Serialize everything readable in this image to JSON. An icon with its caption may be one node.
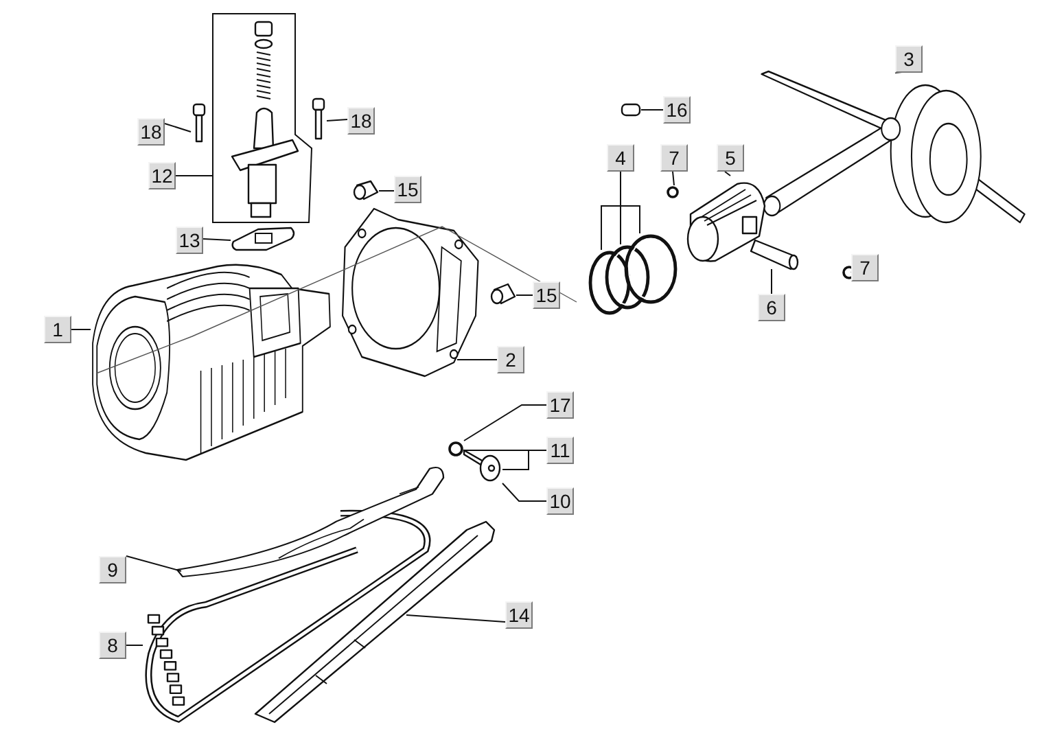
{
  "diagram": {
    "nodes": [
      {
        "text": [
          "3"
        ]
      },
      {
        "text": [
          "18"
        ]
      },
      {
        "text": [
          "18"
        ]
      },
      {
        "text": [
          "16"
        ]
      },
      {
        "text": [
          "4"
        ]
      },
      {
        "text": [
          "7"
        ]
      },
      {
        "text": [
          "5"
        ]
      },
      {
        "text": [
          "12"
        ]
      },
      {
        "text": [
          "13"
        ]
      },
      {
        "text": [
          "15"
        ]
      },
      {
        "text": [
          "7"
        ]
      },
      {
        "text": [
          "6"
        ]
      },
      {
        "text": [
          "15"
        ]
      },
      {
        "text": [
          "1"
        ]
      },
      {
        "text": [
          "2"
        ]
      },
      {
        "text": [
          "17"
        ]
      },
      {
        "text": [
          "11"
        ]
      },
      {
        "text": [
          "10"
        ]
      },
      {
        "text": [
          "9"
        ]
      },
      {
        "text": [
          "14"
        ]
      },
      {
        "text": [
          "8"
        ]
      },
      {
        "text": [],
        "shape": "picture"
      },
      {
        "text": [],
        "shape": "picture"
      },
      {
        "text": [],
        "shape": "picture"
      },
      {
        "text": [],
        "shape": "box"
      },
      {
        "text": [],
        "shape": "picture"
      },
      {
        "text": [],
        "shape": "picture"
      },
      {
        "text": [],
        "shape": "picture"
      },
      {
        "text": [],
        "shape": "circle"
      },
      {
        "text": [],
        "shape": "picture"
      },
      {
        "text": [],
        "shape": "picture"
      },
      {
        "text": [],
        "shape": "picture"
      },
      {
        "text": [],
        "shape": "picture"
      },
      {
        "text": [],
        "shape": "circle"
      },
      {
        "text": [],
        "shape": "picture"
      },
      {
        "text": [],
        "shape": "picture"
      },
      {
        "text": [],
        "shape": "picture"
      },
      {
        "text": [],
        "shape": "picture"
      },
      {
        "text": [],
        "shape": "circle"
      },
      {
        "text": [],
        "shape": "picture"
      },
      {
        "text": [],
        "shape": "picture"
      },
      {
        "text": [],
        "shape": "picture"
      },
      {
        "text": [],
        "shape": "picture"
      }
    ],
    "edges": [
      {
        "from": 0,
        "to": 21,
        "arrow": "none"
      },
      {
        "from": 1,
        "to": 22,
        "arrow": "none"
      },
      {
        "from": 2,
        "to": 23,
        "arrow": "none"
      },
      {
        "from": 3,
        "to": 24,
        "arrow": "none"
      },
      {
        "from": 4,
        "to": 25,
        "arrow": "none"
      },
      {
        "from": 4,
        "to": 26,
        "arrow": "none"
      },
      {
        "from": 4,
        "to": 27,
        "arrow": "none"
      },
      {
        "from": 5,
        "to": 28,
        "arrow": "none"
      },
      {
        "from": 6,
        "to": 29,
        "arrow": "none"
      },
      {
        "from": 7,
        "to": 30,
        "arrow": "none"
      },
      {
        "from": 8,
        "to": 31,
        "arrow": "none"
      },
      {
        "from": 9,
        "to": 32,
        "arrow": "none"
      },
      {
        "from": 10,
        "to": 33,
        "arrow": "none"
      },
      {
        "from": 11,
        "to": 34,
        "arrow": "none"
      },
      {
        "from": 12,
        "to": 35,
        "arrow": "none"
      },
      {
        "from": 13,
        "to": 36,
        "arrow": "none"
      },
      {
        "from": 14,
        "to": 37,
        "arrow": "none"
      },
      {
        "from": 15,
        "to": 38,
        "arrow": "none"
      },
      {
        "from": 16,
        "to": 38,
        "arrow": "none"
      },
      {
        "from": 16,
        "to": 39,
        "arrow": "none"
      },
      {
        "from": 17,
        "to": 39,
        "arrow": "none"
      },
      {
        "from": 18,
        "to": 40,
        "arrow": "none"
      },
      {
        "from": 19,
        "to": 41,
        "arrow": "none"
      },
      {
        "from": 20,
        "to": 42,
        "arrow": "none"
      }
    ]
  }
}
